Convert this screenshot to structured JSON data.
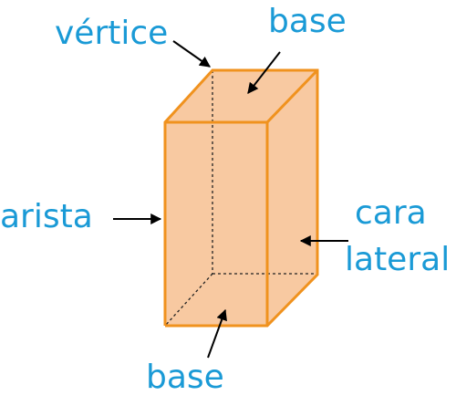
{
  "labels": {
    "vertex": "vértice",
    "top_base": "base",
    "edge": "arista",
    "lateral_face_line1": "cara",
    "lateral_face_line2": "lateral",
    "bottom_base": "base"
  },
  "colors": {
    "label_text": "#1a9ad6",
    "prism_fill": "#f8c9a1",
    "prism_edge": "#f0921e",
    "hidden_edge": "#222222",
    "arrow": "#000000",
    "background": "#ffffff"
  }
}
